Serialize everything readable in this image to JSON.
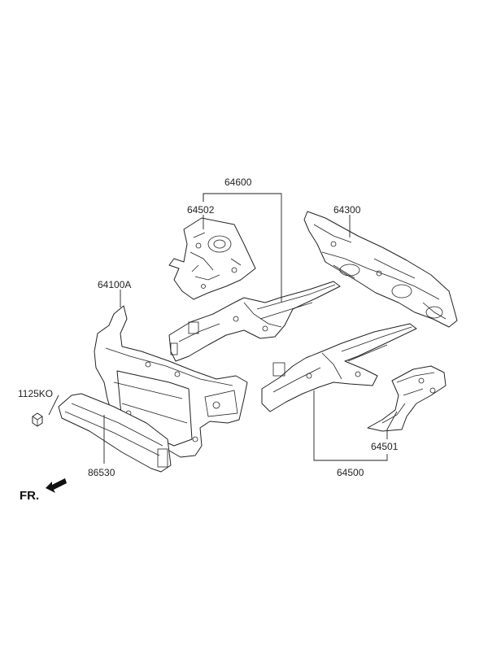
{
  "diagram": {
    "labels": {
      "p64600": "64600",
      "p64502": "64502",
      "p64300": "64300",
      "p64100a": "64100A",
      "p1125ko": "1125KO",
      "p86530": "86530",
      "p64501": "64501",
      "p64500": "64500"
    },
    "orientation": "FR."
  }
}
